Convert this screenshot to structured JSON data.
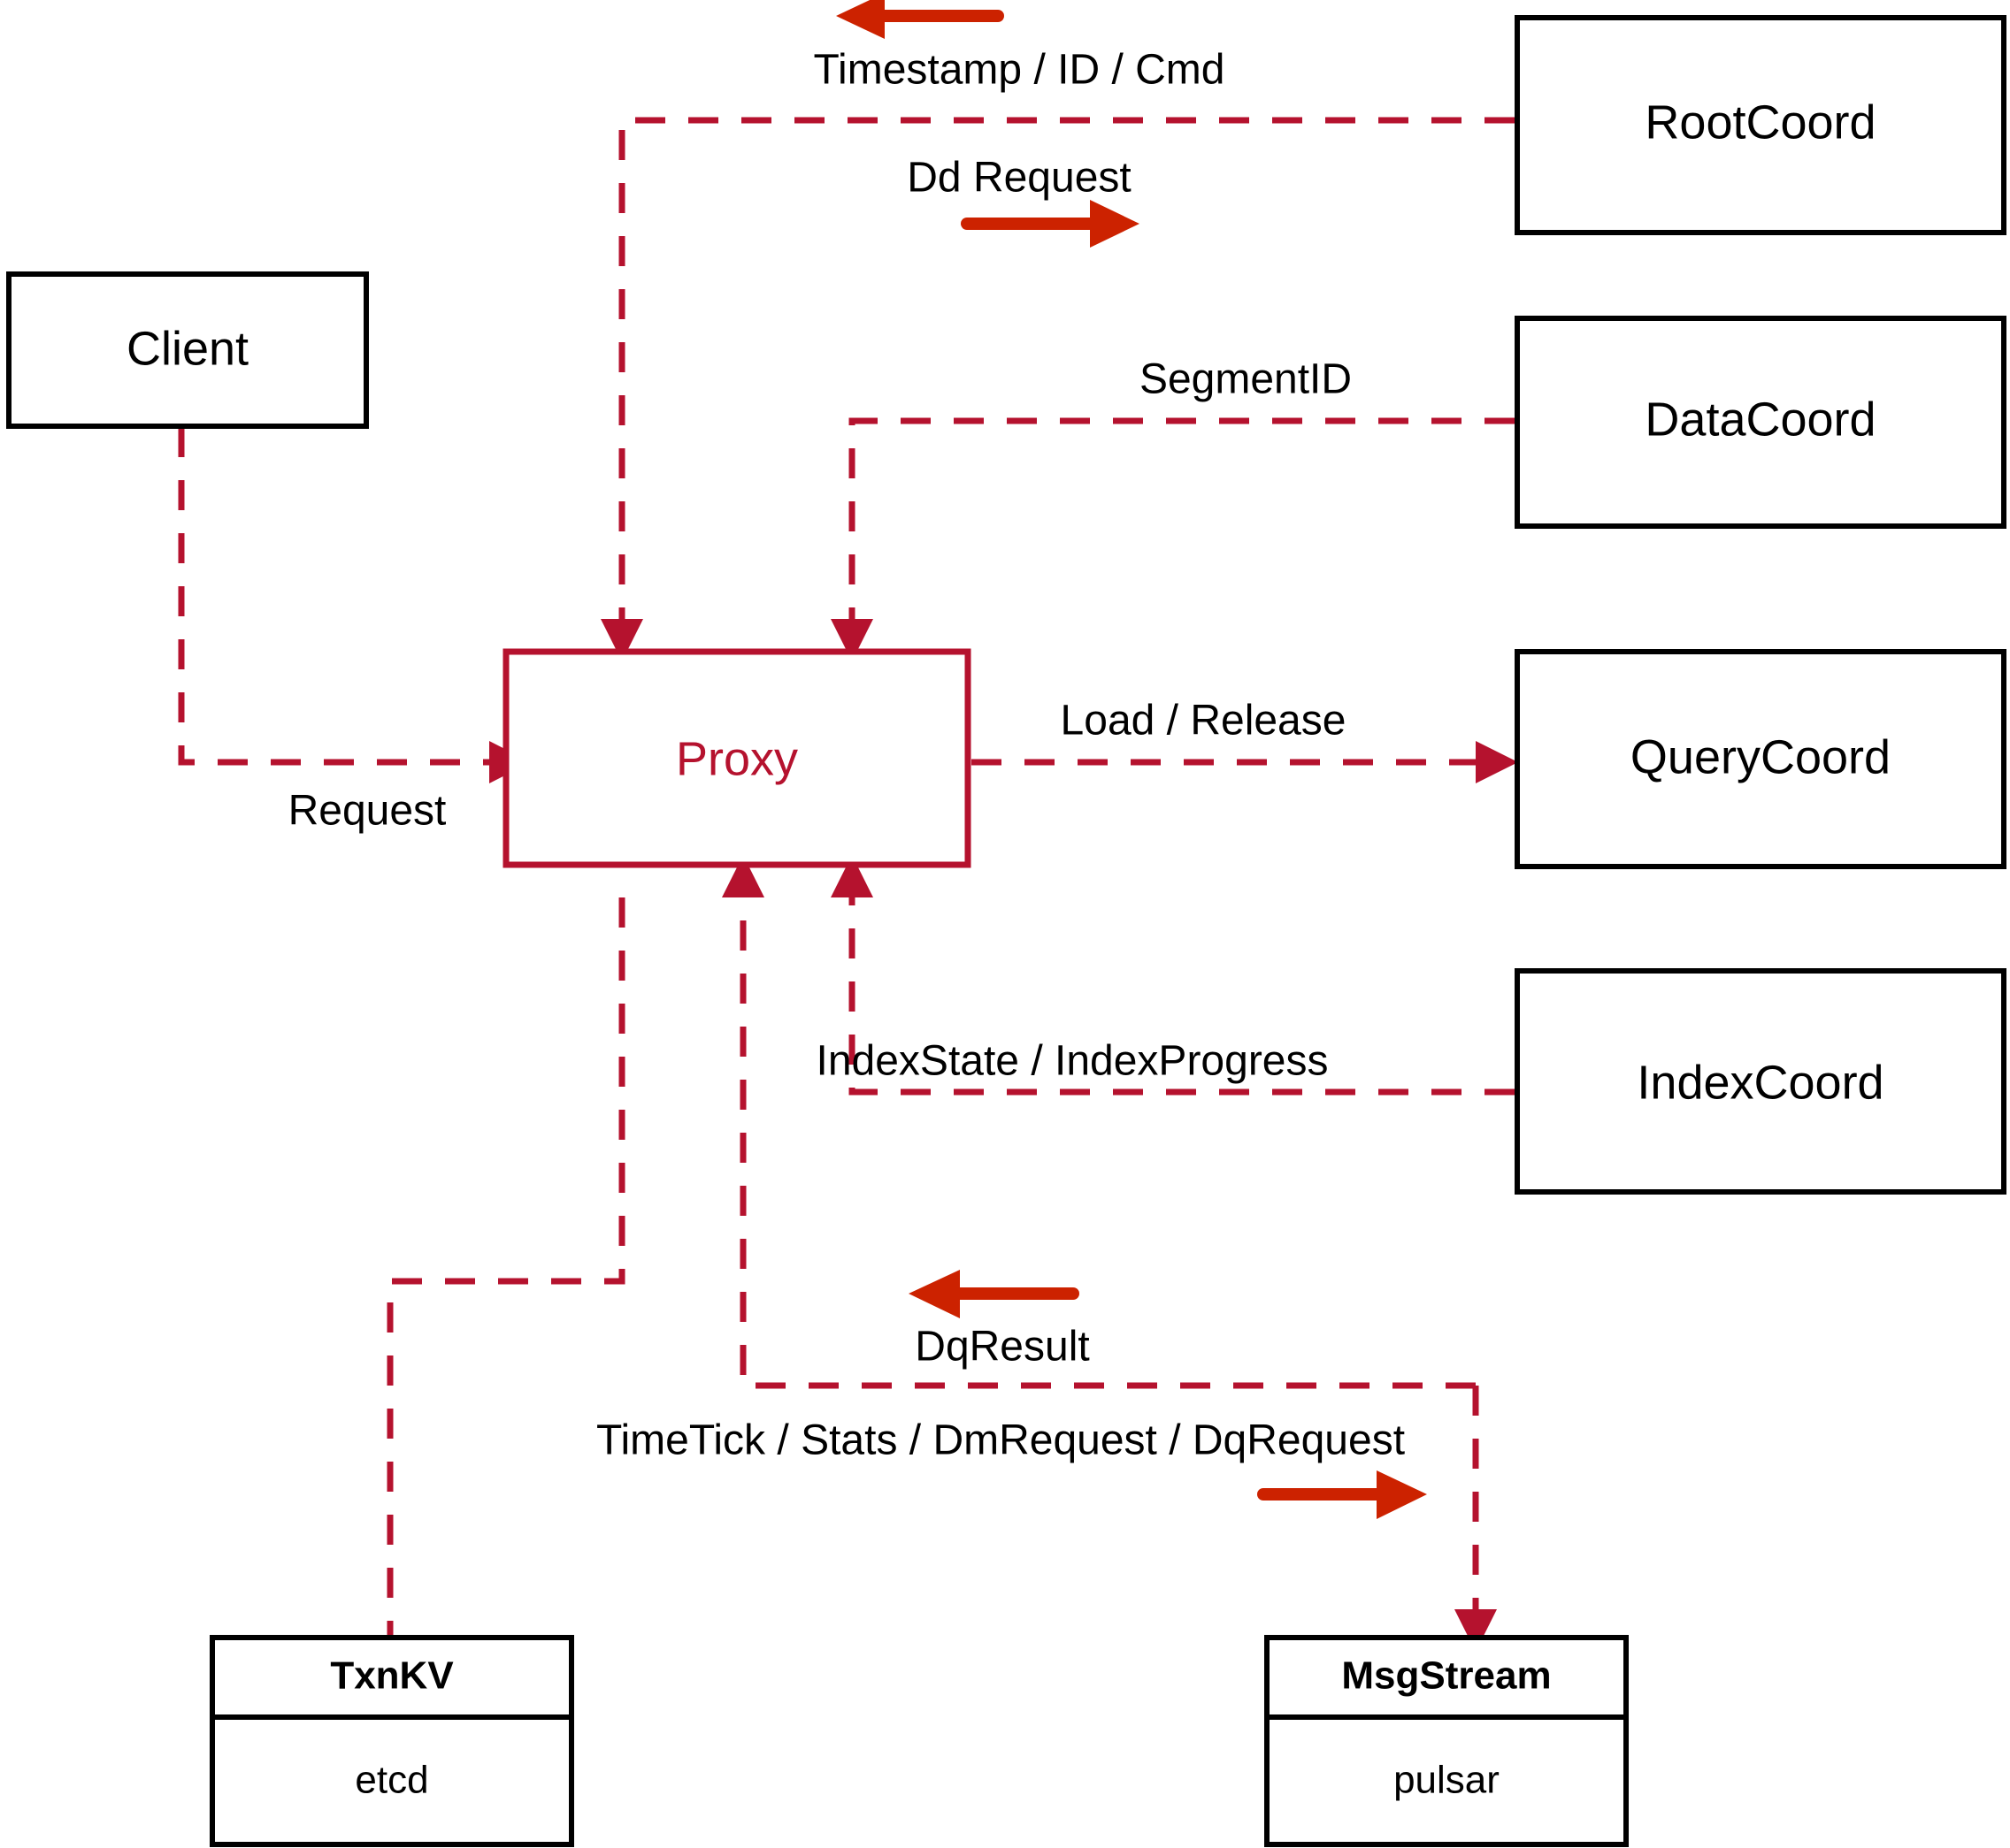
{
  "diagram": {
    "title": "Milvus Proxy interaction diagram",
    "colors": {
      "flow_red": "#B5122E",
      "direction_arrow_red": "#CC2200",
      "node_border_black": "#000000",
      "background": "#FFFFFF"
    },
    "nodes": [
      {
        "id": "client",
        "label": "Client",
        "style": "black-box"
      },
      {
        "id": "proxy",
        "label": "Proxy",
        "style": "red-box"
      },
      {
        "id": "rootcoord",
        "label": "RootCoord",
        "style": "black-box"
      },
      {
        "id": "datacoord",
        "label": "DataCoord",
        "style": "black-box"
      },
      {
        "id": "querycoord",
        "label": "QueryCoord",
        "style": "black-box"
      },
      {
        "id": "indexcoord",
        "label": "IndexCoord",
        "style": "black-box"
      },
      {
        "id": "txnkv",
        "label": "TxnKV",
        "sub_label": "etcd",
        "style": "black-box-two-row"
      },
      {
        "id": "msgstream",
        "label": "MsgStream",
        "sub_label": "pulsar",
        "style": "black-box-two-row"
      }
    ],
    "edges": [
      {
        "id": "client-proxy",
        "label": "Request",
        "from": "client",
        "to": "proxy"
      },
      {
        "id": "proxy-rootcoord",
        "label": "Timestamp / ID / Cmd",
        "from": "rootcoord",
        "to": "proxy"
      },
      {
        "id": "rootcoord-dd",
        "label": "Dd Request",
        "from": "proxy",
        "to": "rootcoord"
      },
      {
        "id": "datacoord-proxy",
        "label": "SegmentID",
        "from": "datacoord",
        "to": "proxy"
      },
      {
        "id": "proxy-querycoord",
        "label": "Load / Release",
        "from": "proxy",
        "to": "querycoord"
      },
      {
        "id": "indexcoord-proxy",
        "label": "IndexState / IndexProgress",
        "from": "indexcoord",
        "to": "proxy"
      },
      {
        "id": "msgstream-dqresult",
        "label": "DqResult",
        "from": "msgstream",
        "to": "proxy"
      },
      {
        "id": "proxy-msgstream",
        "label": "TimeTick / Stats / DmRequest / DqRequest",
        "from": "proxy",
        "to": "msgstream"
      },
      {
        "id": "proxy-txnkv",
        "label": "",
        "from": "proxy",
        "to": "txnkv"
      }
    ]
  }
}
